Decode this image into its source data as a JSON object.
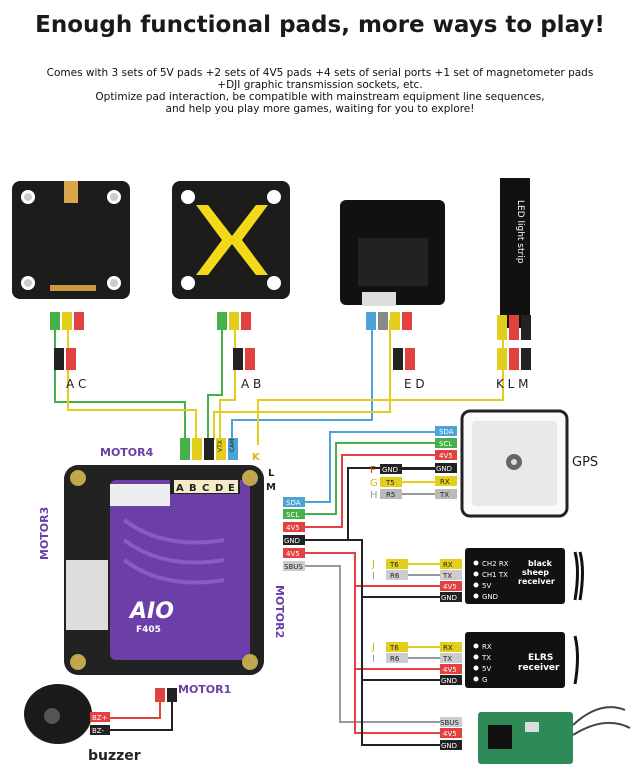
{
  "title": "Enough functional pads, more ways to play!",
  "subtitle": [
    "Comes with 3 sets of 5V pads +2 sets of 4V5 pads +4 sets of serial ports +1 set of magnetometer pads",
    "+DJI graphic transmission sockets, etc.",
    "Optimize pad interaction, be compatible with mainstream equipment line sequences,",
    "and help you play more games, waiting for you to explore!"
  ],
  "devices": {
    "vtx_a_letters": "A C",
    "vtx_b_letters": "A B",
    "dji_letters": "E D",
    "led_letters": "K L M",
    "led_text": "LED light strip",
    "gps": "GPS",
    "crsf": "black\nsheep\nreceiver",
    "elrs": "ELRS\nreceiver",
    "buzzer": "buzzer"
  },
  "board": {
    "brand": "AIO",
    "model": "F405",
    "motor1": "MOTOR1",
    "motor2": "MOTOR2",
    "motor3": "MOTOR3",
    "motor4": "MOTOR4",
    "pad_letters": [
      "A",
      "B",
      "C",
      "D",
      "E"
    ],
    "label_F": "F",
    "label_G": "G",
    "label_H": "H",
    "label_I": "I",
    "label_J": "J",
    "label_K": "K",
    "label_L": "L",
    "label_M": "M"
  },
  "wires": {
    "sda": "SDA",
    "scl": "SCL",
    "v4v5": "4V5",
    "gnd": "GND",
    "sbus": "SBUS",
    "tx": "TX",
    "rx": "RX",
    "t5": "T5",
    "r5": "R5",
    "t6": "T6",
    "r6": "R6",
    "cam": "CAM",
    "vtx": "VTX",
    "bz_plus": "BZ+",
    "bz_minus": "BZ-",
    "v5": "5V"
  },
  "receiver_pins": {
    "crsf": [
      "CH2 RX",
      "CH1 TX",
      "5V",
      "GND"
    ],
    "elrs": [
      "RX",
      "TX",
      "5V",
      "G"
    ]
  }
}
